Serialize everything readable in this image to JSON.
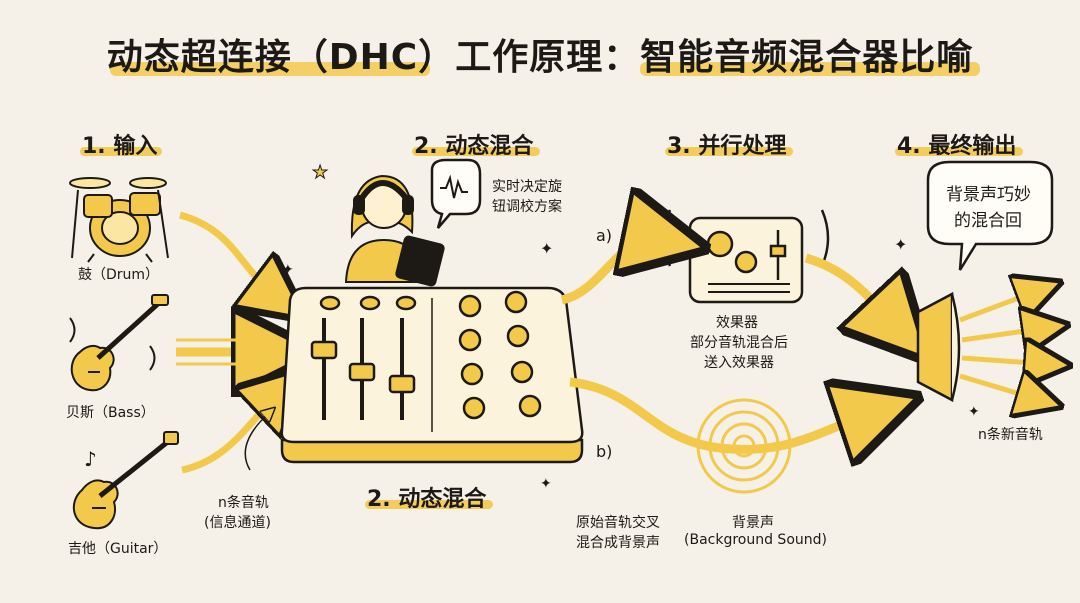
{
  "title": "动态超连接（DHC）工作原理：智能音频混合器比喻",
  "sections": {
    "input": "1. 输入",
    "dynamic_mix": "2. 动态混合",
    "parallel": "3. 并行处理",
    "output": "4. 最终输出",
    "dynamic_mix_bottom": "2. 动态混合"
  },
  "instruments": {
    "drum": "鼓（Drum）",
    "bass": "贝斯（Bass）",
    "guitar": "吉他（Guitar）"
  },
  "channels": {
    "line1": "n条音轨",
    "line2": "(信息通道)"
  },
  "thought": {
    "line1": "实时决定旋",
    "line2": "钮调校方案"
  },
  "branch_a": "a)",
  "branch_b": "b)",
  "effects": {
    "line1": "效果器",
    "line2": "部分音轨混合后",
    "line3": "送入效果器"
  },
  "cross": {
    "line1": "原始音轨交叉",
    "line2": "混合成背景声"
  },
  "background": {
    "line1": "背景声",
    "line2": "(Background Sound)"
  },
  "bubble": {
    "line1": "背景声巧妙",
    "line2": "的混合回"
  },
  "output_label": "n条新音轨",
  "colors": {
    "accent": "#f3c94c",
    "ink": "#1d1a16",
    "paper": "#f5f1e8"
  }
}
